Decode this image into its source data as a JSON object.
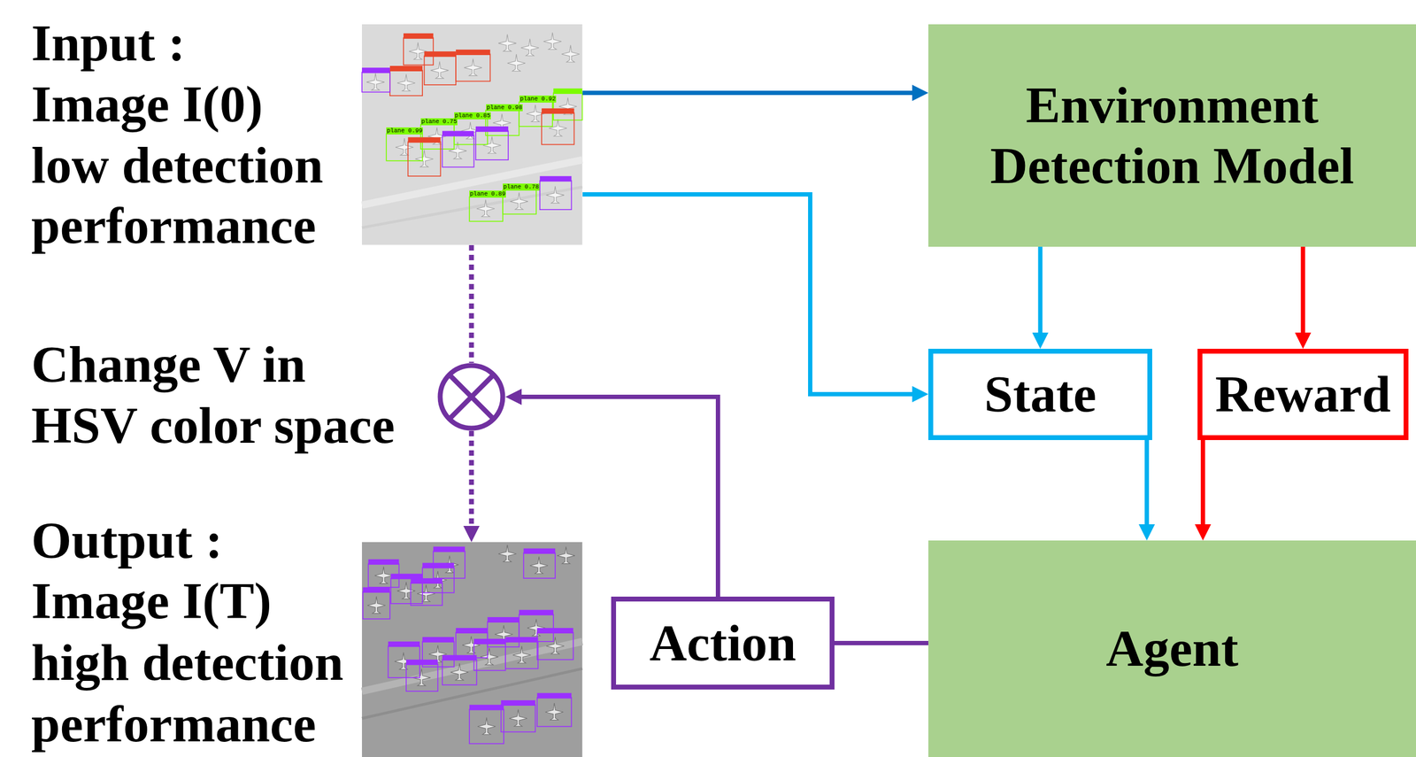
{
  "diagram": {
    "nodes": [
      {
        "text": [
          "Environment Detection Model"
        ]
      },
      {
        "text": [
          "State"
        ]
      },
      {
        "text": [
          "Reward"
        ]
      },
      {
        "text": [
          "Action"
        ]
      },
      {
        "text": [
          "Agent"
        ]
      }
    ],
    "edges": [
      {
        "from": 0,
        "to": 1,
        "arrow": "to"
      },
      {
        "from": 0,
        "to": 2,
        "arrow": "to"
      },
      {
        "from": 1,
        "to": 4,
        "arrow": "to"
      },
      {
        "from": 2,
        "to": 4,
        "arrow": "to"
      },
      {
        "from": 4,
        "to": 3,
        "arrow": "none"
      }
    ],
    "labels": [
      "Input :",
      "Image I(0)",
      "low detection",
      "performance",
      "Change V in",
      "HSV color space",
      "Output :",
      "Image I(T)",
      "high detection",
      "performance",
      "plane 0.99",
      "plane 0.75",
      "plane 0.85",
      "plane 0.98",
      "plane 0.92",
      "plane 0.89",
      "plane 0.78"
    ]
  }
}
